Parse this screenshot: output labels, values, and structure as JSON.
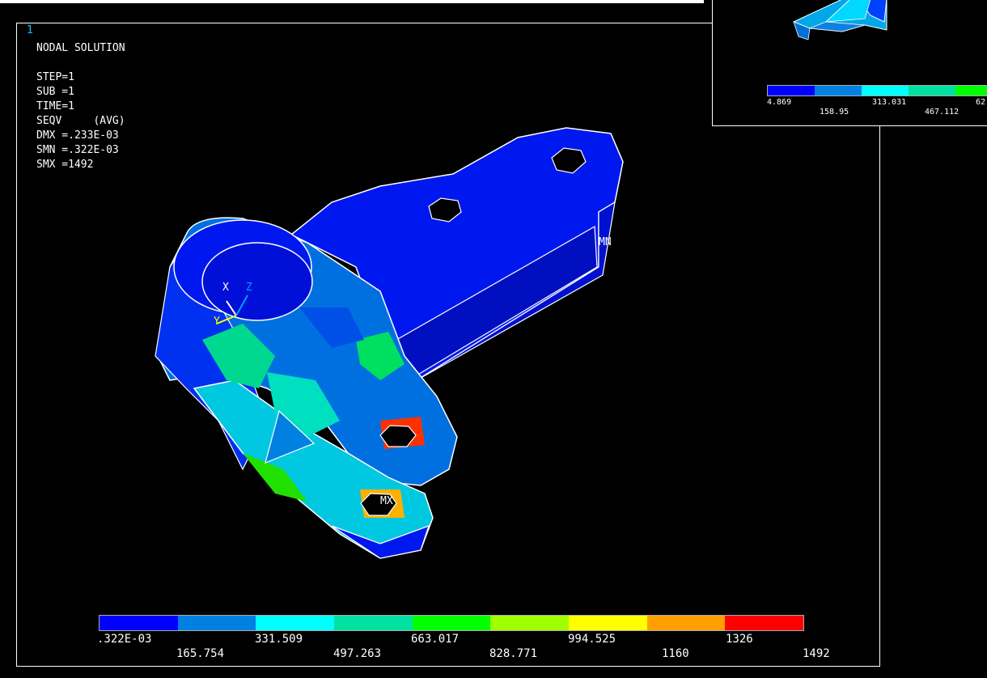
{
  "window": {
    "number": "1"
  },
  "info": {
    "title": "NODAL SOLUTION",
    "step": "STEP=1",
    "sub": "SUB =1",
    "time": "TIME=1",
    "seqv": "SEQV     (AVG)",
    "dmx": "DMX =.233E-03",
    "smn": "SMN =.322E-03",
    "smx": "SMX =1492"
  },
  "markers": {
    "mn": "MN",
    "mx": "MX",
    "axis_x": "X",
    "axis_y": "Y",
    "axis_z": "Z"
  },
  "legend": {
    "colors": [
      "#0000ff",
      "#0080e0",
      "#00ffff",
      "#00e0a0",
      "#00ff00",
      "#a0ff00",
      "#ffff00",
      "#ffa000",
      "#ff0000"
    ],
    "top_labels": [
      ".322E-03",
      "331.509",
      "663.017",
      "994.525",
      "1326"
    ],
    "bottom_labels": [
      "165.754",
      "497.263",
      "828.771",
      "1160",
      "1492"
    ]
  },
  "inset": {
    "colors": [
      "#0000ff",
      "#0080e0",
      "#00ffff",
      "#00e0a0",
      "#00ff00"
    ],
    "top_labels": [
      "4.869",
      "313.031",
      "62"
    ],
    "bottom_labels": [
      "158.95",
      "467.112"
    ]
  }
}
